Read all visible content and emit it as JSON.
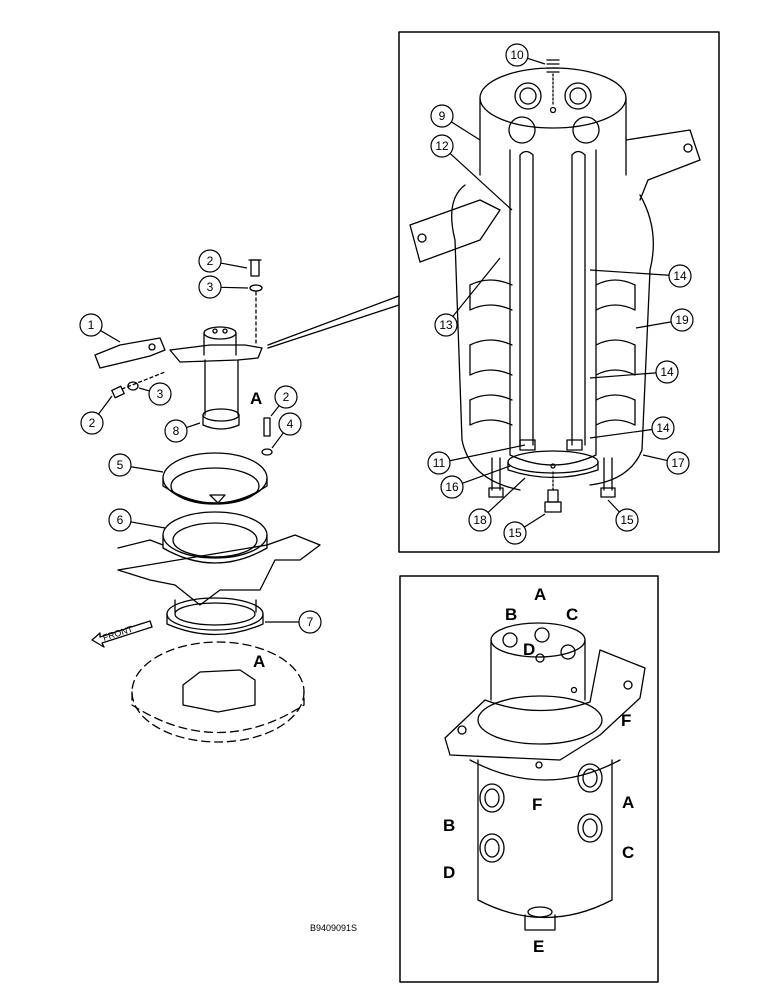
{
  "figure_id": "B9409091S",
  "front_label": "FRONT",
  "callouts": {
    "c1": "1",
    "c2a": "2",
    "c2b": "2",
    "c2c": "2",
    "c3a": "3",
    "c3b": "3",
    "c4": "4",
    "c5": "5",
    "c6": "6",
    "c7": "7",
    "c8": "8",
    "c9": "9",
    "c10": "10",
    "c11": "11",
    "c12": "12",
    "c13": "13",
    "c14a": "14",
    "c14b": "14",
    "c14c": "14",
    "c15a": "15",
    "c15b": "15",
    "c16": "16",
    "c17": "17",
    "c18": "18",
    "c19": "19"
  },
  "ports": {
    "left_a": "A",
    "left_a2": "A",
    "top_a": "A",
    "top_b": "B",
    "top_c": "C",
    "top_d": "D",
    "side_f": "F",
    "body_f": "F",
    "body_a": "A",
    "body_b": "B",
    "body_c": "C",
    "body_d": "D",
    "bottom_e": "E"
  }
}
